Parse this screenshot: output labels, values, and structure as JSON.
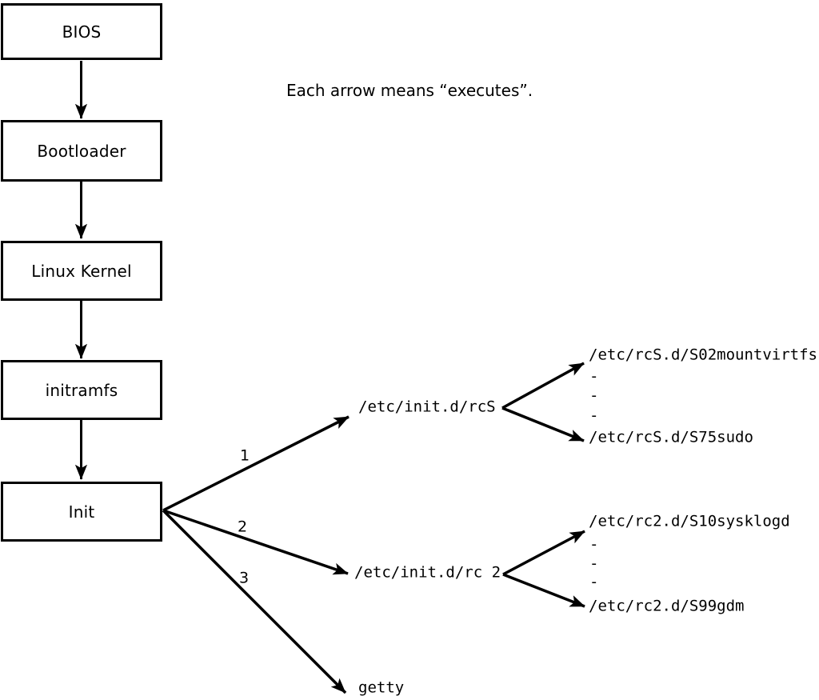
{
  "note": {
    "text": "Each arrow means “executes”."
  },
  "chain": {
    "nodes": [
      {
        "label": "BIOS"
      },
      {
        "label": "Bootloader"
      },
      {
        "label": "Linux Kernel"
      },
      {
        "label": "initramfs"
      },
      {
        "label": "Init"
      }
    ]
  },
  "init_branches": [
    {
      "number": "1",
      "target": "/etc/init.d/rcS",
      "scripts": {
        "first": "/etc/rcS.d/S02mountvirtfs",
        "ellipsis": [
          "-",
          "-",
          "-"
        ],
        "last": "/etc/rcS.d/S75sudo"
      }
    },
    {
      "number": "2",
      "target": "/etc/init.d/rc 2",
      "scripts": {
        "first": "/etc/rc2.d/S10sysklogd",
        "ellipsis": [
          "-",
          "-",
          "-"
        ],
        "last": "/etc/rc2.d/S99gdm"
      }
    },
    {
      "number": "3",
      "target": "getty"
    }
  ],
  "colors": {
    "line": "#000000",
    "background": "#ffffff",
    "box_fill": "#ffffff"
  }
}
